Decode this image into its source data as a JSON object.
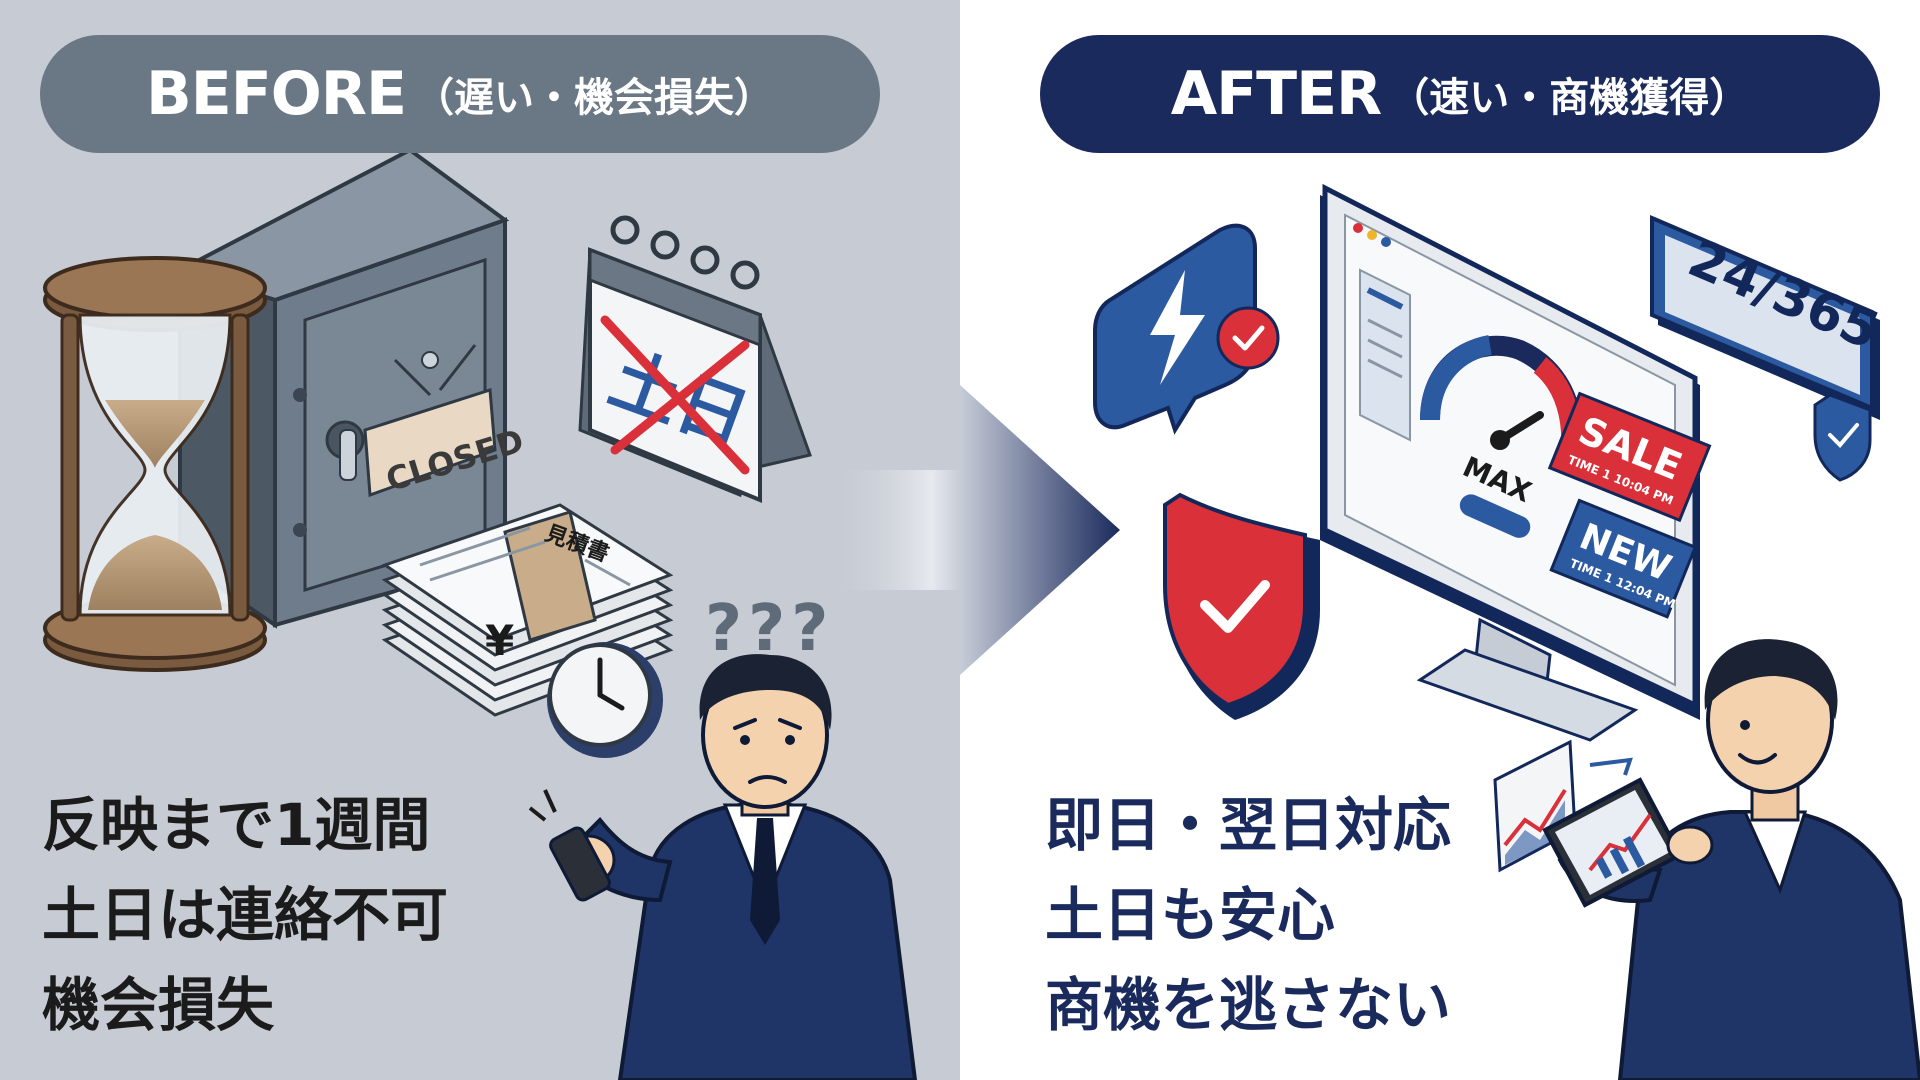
{
  "before": {
    "heading": "BEFORE",
    "heading_sub": "（遅い・機会損失）",
    "lines": [
      "反映まで1週間",
      "土日は連絡不可",
      "機会損失"
    ],
    "sign_text": "CLOSED",
    "document_title": "見積書",
    "yen_symbol": "¥",
    "calendar_text": "土日",
    "question_marks": "???"
  },
  "after": {
    "heading": "AFTER",
    "heading_sub": "（速い・商機獲得）",
    "lines": [
      "即日・翌日対応",
      "土日も安心",
      "商機を逃さない"
    ],
    "gauge_label": "MAX",
    "sale_label": "SALE",
    "sale_time": "TIME 1 10:04 PM",
    "new_label": "NEW",
    "new_time": "TIME 1 12:04 PM",
    "badge_text": "24/365"
  },
  "colors": {
    "left_bg": "#c7ccd4",
    "before_pill": "#6a7784",
    "after_pill": "#1a2a5c",
    "accent_red": "#d9303a",
    "accent_blue": "#2c5aa0"
  }
}
